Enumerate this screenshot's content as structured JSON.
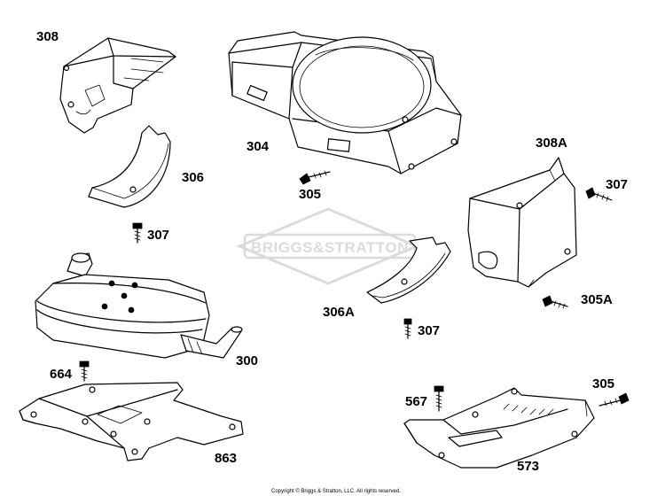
{
  "parts": {
    "p308": "308",
    "p306": "306",
    "p307a": "307",
    "p304": "304",
    "p305a": "305",
    "p308A": "308A",
    "p307b": "307",
    "p305A": "305A",
    "p306A": "306A",
    "p307c": "307",
    "p300": "300",
    "p664": "664",
    "p863": "863",
    "p567": "567",
    "p305b": "305",
    "p573": "573"
  },
  "watermark": "BRIGGS&STRATTON",
  "copyright": "Copyright © Briggs & Stratton, LLC. All rights reserved."
}
